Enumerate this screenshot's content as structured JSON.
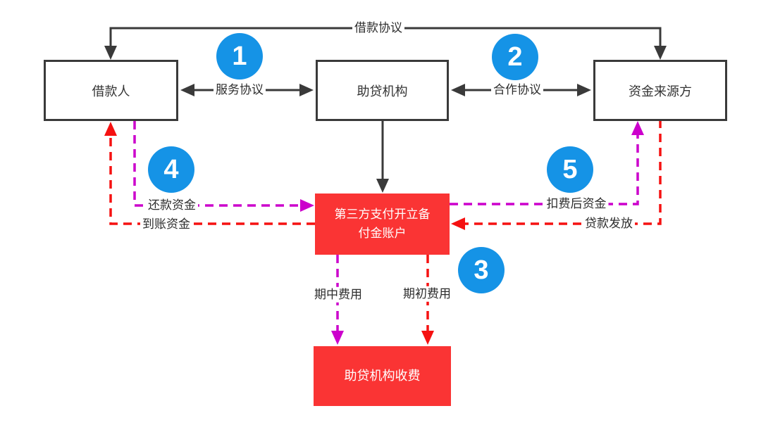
{
  "diagram": {
    "nodes": {
      "borrower": {
        "label": "借款人"
      },
      "facilitator": {
        "label": "助贷机构"
      },
      "funder": {
        "label": "资金来源方"
      },
      "reserve_account": {
        "label_line1": "第三方支付开立备",
        "label_line2": "付金账户"
      },
      "agency_fees": {
        "label": "助贷机构收费"
      }
    },
    "edges": {
      "loan_agreement": {
        "label": "借款协议"
      },
      "service_agreement": {
        "label": "服务协议"
      },
      "cooperation_agreement": {
        "label": "合作协议"
      },
      "repayment_funds": {
        "label": "还款资金"
      },
      "received_funds": {
        "label": "到账资金"
      },
      "post_deduction_funds": {
        "label": "扣费后资金"
      },
      "loan_disbursement": {
        "label": "贷款发放"
      },
      "midterm_fees": {
        "label": "期中费用"
      },
      "initial_fees": {
        "label": "期初费用"
      }
    },
    "badges": {
      "one": "1",
      "two": "2",
      "three": "3",
      "four": "4",
      "five": "5"
    },
    "colors": {
      "node_border": "#3a3a3a",
      "arrow_black": "#3a3a3a",
      "red_fill": "#fa3434",
      "red_dash": "#f51111",
      "magenta_dash": "#cc00cc",
      "badge_blue": "#1593e6",
      "badge_text": "#ffffff",
      "node_text": "#333333"
    }
  }
}
